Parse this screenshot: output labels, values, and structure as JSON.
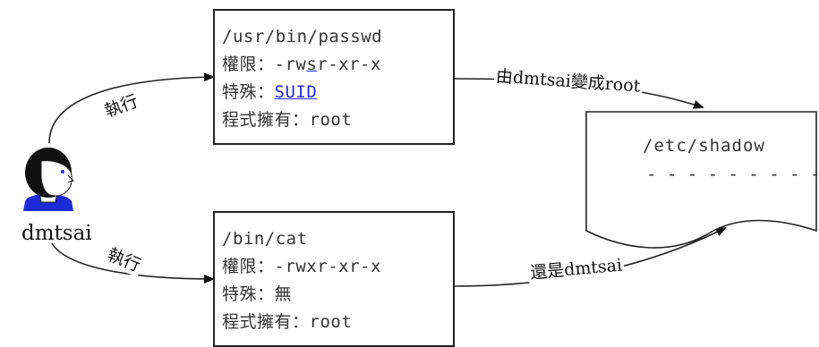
{
  "user": {
    "name": "dmtsai"
  },
  "passwd_box": {
    "path": "/usr/bin/passwd",
    "perm_label": "權限：",
    "perm_prefix": "-rw",
    "perm_s": "s",
    "perm_suffix": "r-xr-x",
    "special_label": "特殊：",
    "special_value": "SUID",
    "owner_label": "程式擁有：",
    "owner_value": "root"
  },
  "cat_box": {
    "path": "/bin/cat",
    "perm_label": "權限：",
    "perm_value": "-rwxr-xr-x",
    "special_label": "特殊：",
    "special_value": "無",
    "owner_label": "程式擁有：",
    "owner_value": "root"
  },
  "arrows": {
    "exec_top": "執行",
    "exec_bottom": "執行",
    "to_shadow_top": "由dmtsai變成root",
    "to_shadow_bottom": "還是dmtsai"
  },
  "shadow_file": {
    "path": "/etc/shadow",
    "dashes": "- - - - - - - - - -"
  },
  "colors": {
    "highlight": "#2a2adb",
    "line": "#222222",
    "text": "#333333"
  }
}
